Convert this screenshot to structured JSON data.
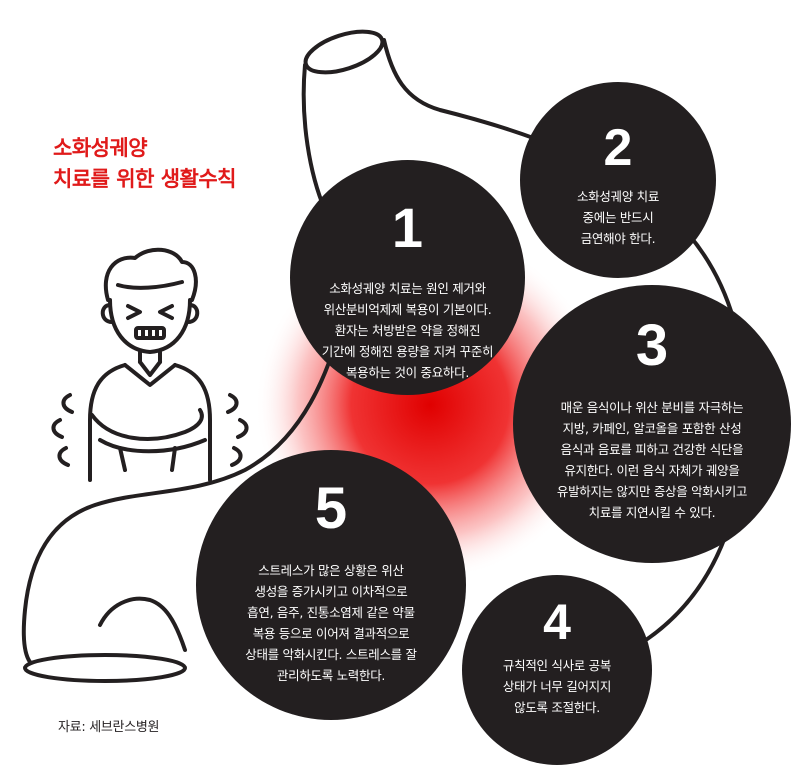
{
  "title": {
    "line1": "소화성궤양",
    "line2": "치료를 위한 생활수칙"
  },
  "items": [
    {
      "number": "1",
      "text": "소화성궤양 치료는 원인 제거와\n위산분비억제제 복용이 기본이다.\n환자는 처방받은 약을 정해진\n기간에 정해진 용량을 지켜 꾸준히\n복용하는 것이 중요하다."
    },
    {
      "number": "2",
      "text": "소화성궤양 치료\n중에는 반드시\n금연해야 한다."
    },
    {
      "number": "3",
      "text": "매운 음식이나 위산 분비를 자극하는\n지방, 카페인, 알코올을 포함한 산성\n음식과 음료를 피하고 건강한 식단을\n유지한다. 이런 음식 자체가 궤양을\n유발하지는 않지만 증상을 악화시키고\n치료를 지연시킬 수 있다."
    },
    {
      "number": "4",
      "text": "규칙적인 식사로 공복\n상태가 너무 길어지지\n않도록 조절한다."
    },
    {
      "number": "5",
      "text": "스트레스가 많은 상황은 위산\n생성을 증가시키고 이차적으로\n흡연, 음주, 진통소염제 같은 약물\n복용 등으로 이어져 결과적으로\n상태를 악화시킨다. 스트레스를 잘\n관리하도록 노력한다."
    }
  ],
  "source": "자료: 세브란스병원",
  "colors": {
    "accent_red": "#e01a1a",
    "circle_dark": "#231f20",
    "line": "#231f20"
  }
}
